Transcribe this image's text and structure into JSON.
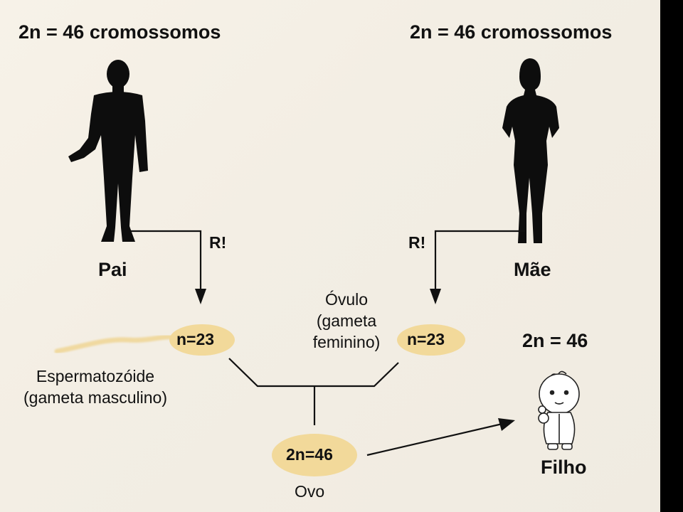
{
  "father": {
    "chromosomes": "2n = 46 cromossomos",
    "label": "Pai",
    "meiosis": "R!"
  },
  "mother": {
    "chromosomes": "2n = 46 cromossomos",
    "label": "Mãe",
    "meiosis": "R!"
  },
  "sperm": {
    "count": "n=23",
    "caption_line1": "Espermatozóide",
    "caption_line2": "(gameta masculino)"
  },
  "egg": {
    "count": "n=23",
    "caption_line1": "Óvulo",
    "caption_line2": "(gameta",
    "caption_line3": "feminino)"
  },
  "zygote": {
    "count": "2n=46",
    "label": "Ovo"
  },
  "child": {
    "count": "2n = 46",
    "label": "Filho"
  },
  "colors": {
    "gamete_fill": "#f2d99a",
    "silhouette": "#0d0d0d",
    "sperm_tail": "#f0d9a0",
    "line": "#111111"
  }
}
